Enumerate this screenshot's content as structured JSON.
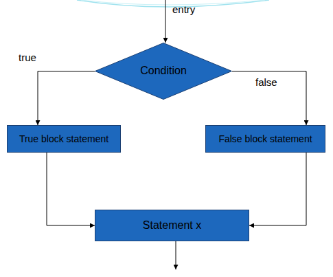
{
  "diagram": {
    "nodes": [
      {
        "text": [
          "Condition"
        ]
      },
      {
        "text": [
          "True block statement"
        ]
      },
      {
        "text": [
          "False block statement"
        ]
      },
      {
        "text": [
          "Statement x"
        ]
      }
    ],
    "edges": [
      {
        "from": 0,
        "to": 1,
        "label": "true",
        "arrow": "to"
      },
      {
        "from": 0,
        "to": 2,
        "label": "false",
        "arrow": "to"
      },
      {
        "from": 1,
        "to": 3,
        "arrow": "to"
      },
      {
        "from": 2,
        "to": 3,
        "arrow": "to"
      }
    ],
    "labels": [
      "entry"
    ]
  }
}
